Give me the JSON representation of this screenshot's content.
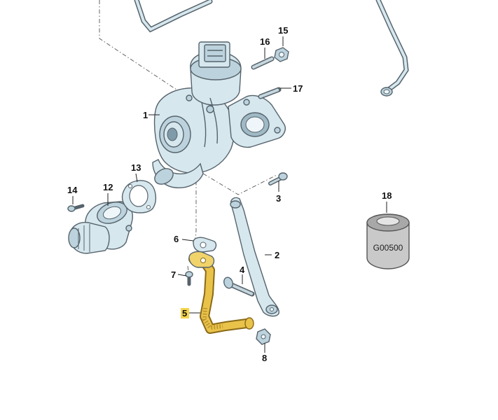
{
  "diagram": {
    "callouts": [
      {
        "id": "1",
        "text": "1"
      },
      {
        "id": "2",
        "text": "2"
      },
      {
        "id": "3",
        "text": "3"
      },
      {
        "id": "4",
        "text": "4"
      },
      {
        "id": "5",
        "text": "5"
      },
      {
        "id": "6",
        "text": "6"
      },
      {
        "id": "7",
        "text": "7"
      },
      {
        "id": "8",
        "text": "8"
      },
      {
        "id": "12",
        "text": "12"
      },
      {
        "id": "13",
        "text": "13"
      },
      {
        "id": "14",
        "text": "14"
      },
      {
        "id": "15",
        "text": "15"
      },
      {
        "id": "16",
        "text": "16"
      },
      {
        "id": "17",
        "text": "17"
      },
      {
        "id": "18",
        "text": "18"
      }
    ],
    "can_code": "G00500",
    "colors": {
      "part_fill": "#d6e7ee",
      "part_stroke": "#56636c",
      "highlight_pipe": "#e9c24a",
      "highlight_label": "#f3d44d",
      "can_fill": "#c9c9c9"
    }
  }
}
